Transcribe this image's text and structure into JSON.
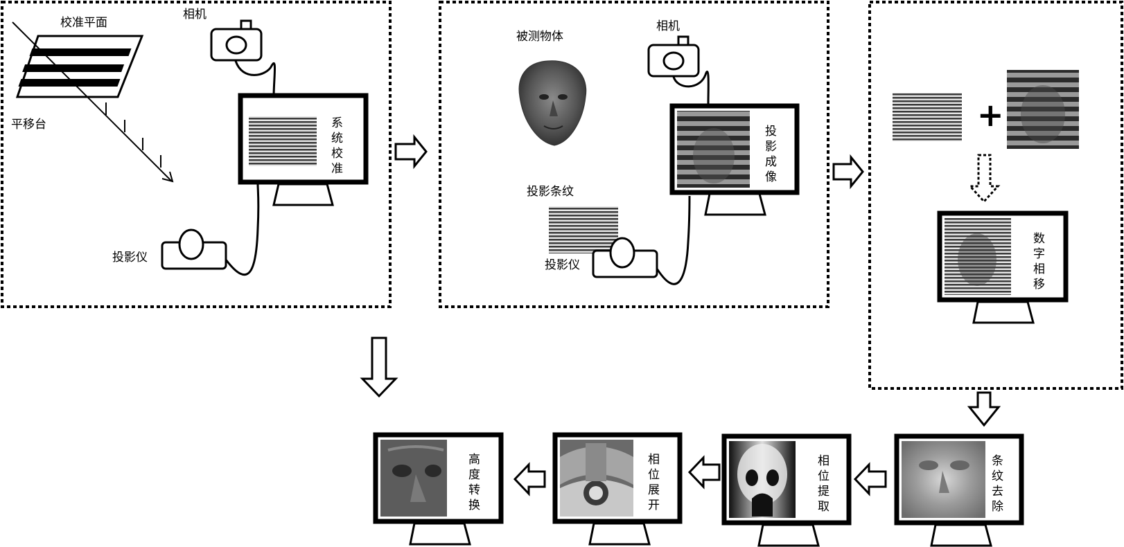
{
  "panels": {
    "calibration": {
      "plane_label": "校准平面",
      "stage_label": "平移台",
      "camera_label": "相机",
      "projector_label": "投影仪",
      "screen_text": [
        "系",
        "统",
        "校",
        "准"
      ]
    },
    "projection": {
      "object_label": "被测物体",
      "camera_label": "相机",
      "fringe_label": "投影条纹",
      "projector_label": "投影仪",
      "screen_text": [
        "投",
        "影",
        "成",
        "像"
      ]
    },
    "phase_shift": {
      "plus_sign": "+",
      "screen_text": [
        "数",
        "字",
        "相",
        "移"
      ]
    }
  },
  "pipeline": [
    {
      "id": "fringe-removal",
      "screen_text": [
        "条",
        "纹",
        "去",
        "除"
      ]
    },
    {
      "id": "phase-extraction",
      "screen_text": [
        "相",
        "位",
        "提",
        "取"
      ]
    },
    {
      "id": "phase-unwrapping",
      "screen_text": [
        "相",
        "位",
        "展",
        "开"
      ]
    },
    {
      "id": "height-conversion",
      "screen_text": [
        "高",
        "度",
        "转",
        "换"
      ]
    }
  ],
  "colors": {
    "ink": "#000000",
    "fringe_dark": "#333333",
    "fringe_light": "#d9d9d9",
    "face_gray": "#555555"
  },
  "icons": [
    "camera-icon",
    "projector-icon",
    "monitor-icon",
    "arrow-right-icon",
    "arrow-left-icon",
    "arrow-down-icon"
  ]
}
